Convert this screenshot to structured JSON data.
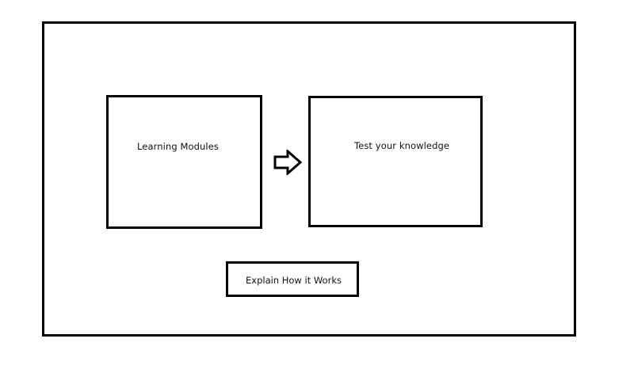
{
  "learning_card": {
    "label": "Learning Modules"
  },
  "test_card": {
    "label": "Test your knowledge"
  },
  "flow_arrow": {
    "icon": "right-arrow-icon"
  },
  "explain_button": {
    "label": "Explain How it Works"
  },
  "colors": {
    "border": "#000000",
    "background": "#ffffff",
    "text": "#111111"
  }
}
